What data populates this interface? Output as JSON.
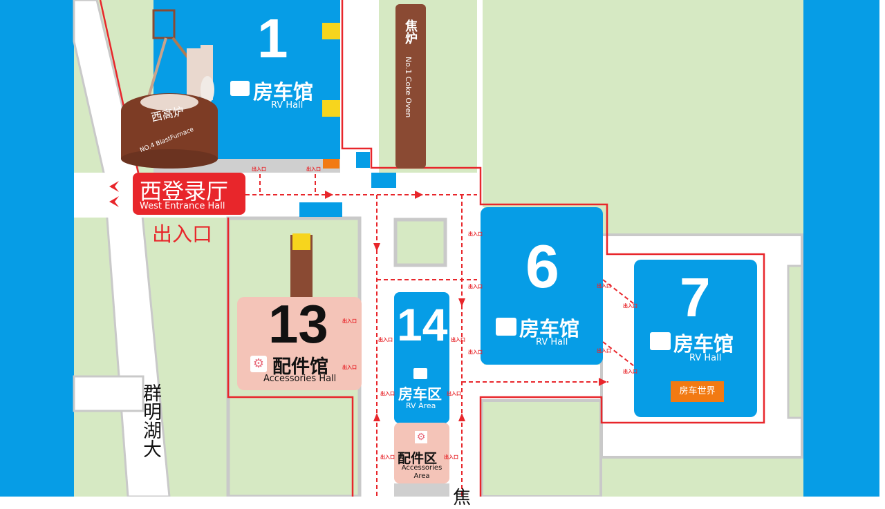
{
  "colors": {
    "hall_blue": "#069de6",
    "ground_green": "#d6e9c3",
    "road": "#ffffff",
    "route_red": "#e8262b",
    "accessories_pink": "#f4c4b8",
    "furnace_brown": "#8a4a33",
    "shop_orange": "#f27a12",
    "toilet_yellow": "#f7d51d"
  },
  "entrance_label": "出入口",
  "halls": {
    "h1": {
      "number": "1",
      "cn": "房车馆",
      "en": "RV Hall"
    },
    "h6": {
      "number": "6",
      "cn": "房车馆",
      "en": "RV Hall"
    },
    "h7": {
      "number": "7",
      "cn": "房车馆",
      "en": "RV Hall",
      "shop": "房车世界"
    },
    "h13": {
      "number": "13",
      "cn": "配件馆",
      "en": "Accessories  Hall"
    },
    "h14": {
      "number": "14",
      "cn": "房车区",
      "en": "RV Area",
      "sub_cn": "配件区",
      "sub_en": "Accessories Area"
    }
  },
  "landmarks": {
    "furnace_cn": "西高炉",
    "furnace_en": "NO.4 BlastFurnace",
    "coke_cn": "焦炉",
    "coke_en": "No.1 Coke Oven"
  },
  "west_entrance": {
    "cn": "西登录厅",
    "en": "West Entrance Hall",
    "exit": "出入口"
  },
  "roads": {
    "road_vertical": "群明湖大",
    "road_partial": "焦"
  },
  "icons": [
    "rv-icon",
    "toilet-icon",
    "gear-icon",
    "arrow-icon"
  ]
}
